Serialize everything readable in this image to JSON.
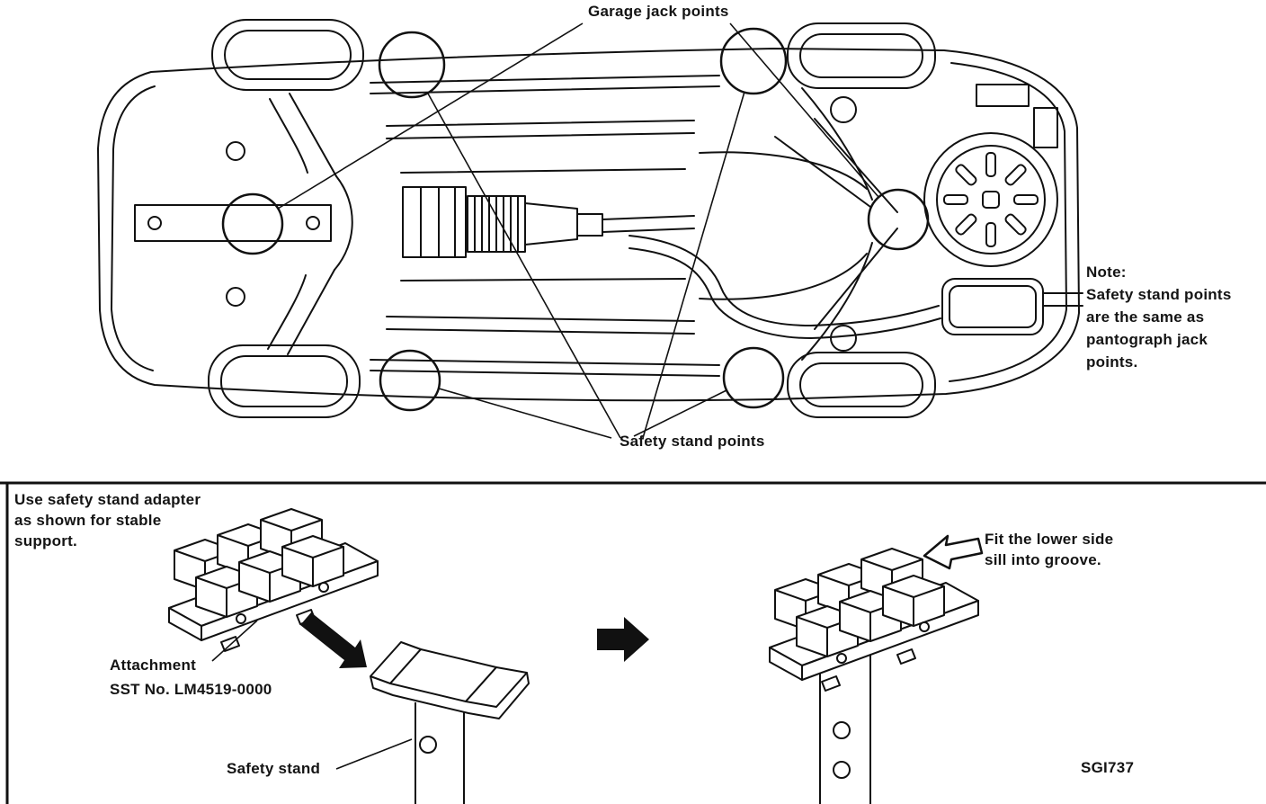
{
  "figure": {
    "top": {
      "garage_jack_label": "Garage jack points",
      "safety_stand_label": "Safety stand points",
      "note": [
        "Note:",
        "Safety stand points",
        "are the same as",
        "pantograph jack",
        "points."
      ]
    },
    "bottom": {
      "adapter_instruction": [
        "Use safety stand adapter",
        "as shown for stable",
        "support."
      ],
      "attachment": [
        "Attachment",
        "SST No. LM4519-0000"
      ],
      "safety_stand_label": "Safety stand",
      "fit_instruction": [
        "Fit the lower side",
        "sill into groove."
      ],
      "figure_code": "SGI737"
    }
  },
  "colors": {
    "ink": "#111111",
    "paper": "#ffffff"
  }
}
